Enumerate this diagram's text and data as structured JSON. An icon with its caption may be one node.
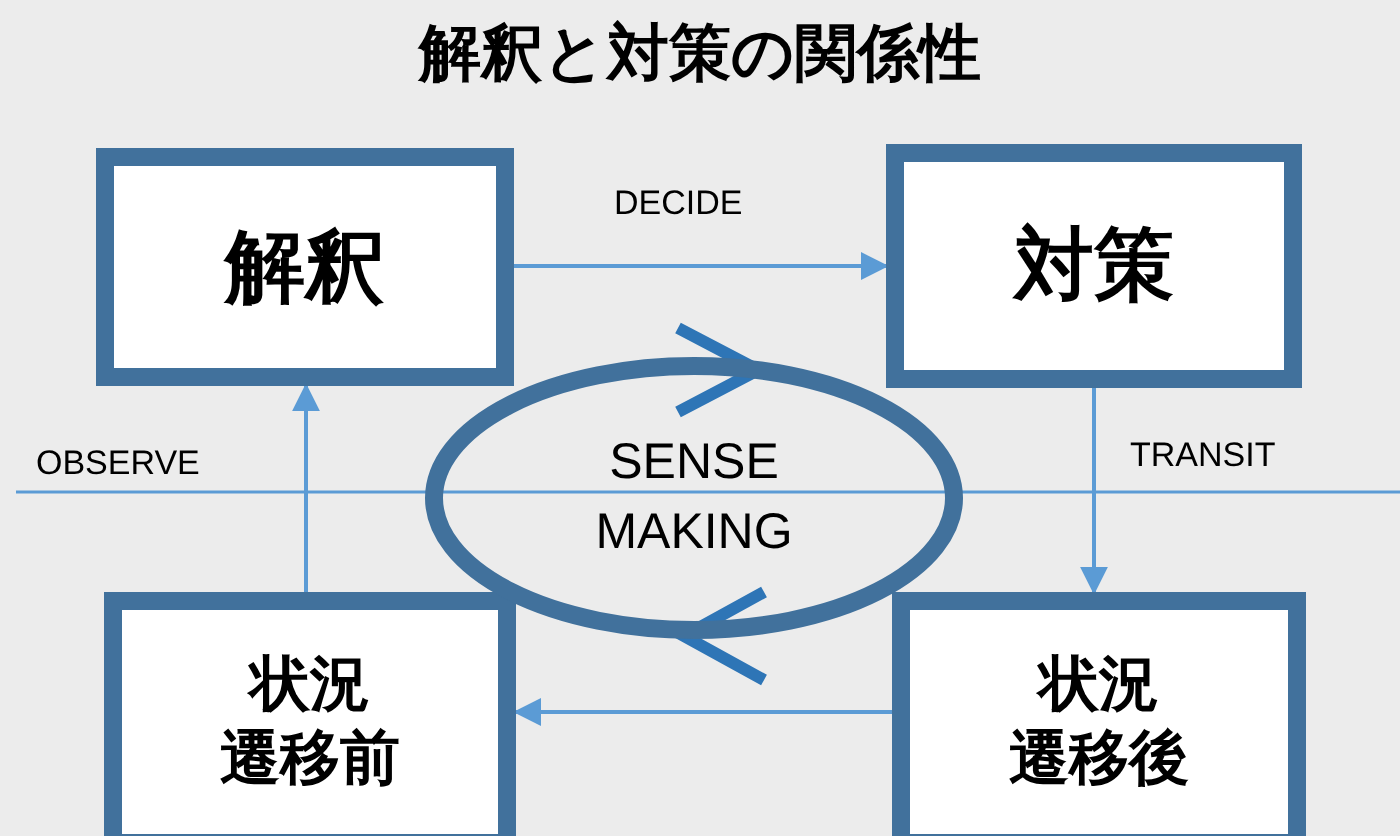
{
  "diagram": {
    "title": "解釈と対策の関係性",
    "nodes": [
      {
        "text": [
          "解釈"
        ]
      },
      {
        "text": [
          "対策"
        ]
      },
      {
        "text": [
          "状況遷移後"
        ]
      },
      {
        "text": [
          "状況遷移前"
        ]
      },
      {
        "text": [
          "SENSE MAKING"
        ]
      }
    ],
    "edges": [
      {
        "from": 0,
        "to": 1,
        "arrow": "to",
        "label": "DECIDE"
      },
      {
        "from": 1,
        "to": 2,
        "arrow": "to",
        "label": "TRANSIT"
      },
      {
        "from": 2,
        "to": 3,
        "arrow": "to"
      },
      {
        "from": 3,
        "to": 0,
        "arrow": "to",
        "label": "OBSERVE"
      }
    ]
  }
}
